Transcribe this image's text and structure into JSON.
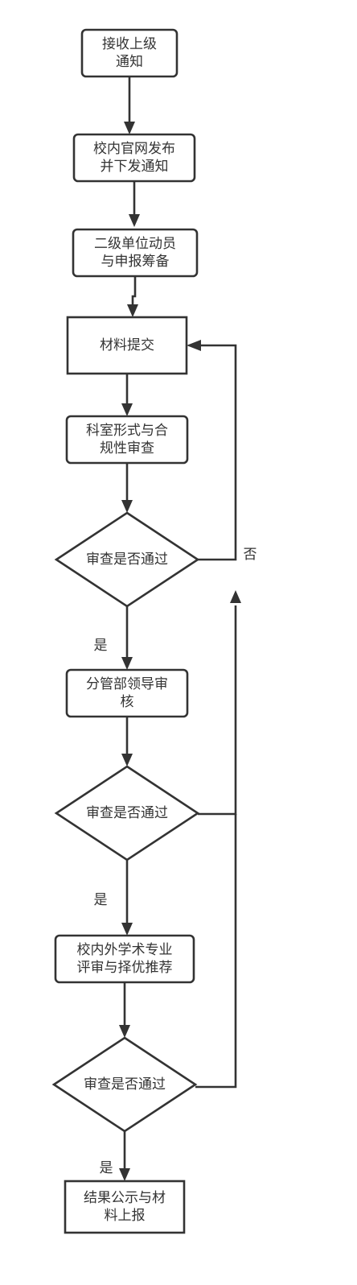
{
  "diagram": {
    "nodes": [
      {
        "id": "receive-notice",
        "shape": "box",
        "lines": [
          "接收上级",
          "通知"
        ]
      },
      {
        "id": "publish-notice",
        "shape": "box",
        "lines": [
          "校内官网发布",
          "并下发通知"
        ]
      },
      {
        "id": "unit-mobilize",
        "shape": "box",
        "lines": [
          "二级单位动员",
          "与申报筹备"
        ]
      },
      {
        "id": "submit-materials",
        "shape": "box",
        "lines": [
          "材料提交"
        ]
      },
      {
        "id": "compliance-review",
        "shape": "box",
        "lines": [
          "科室形式与合",
          "规性审查"
        ]
      },
      {
        "id": "decision-1",
        "shape": "diamond",
        "lines": [
          "审查是否通过"
        ]
      },
      {
        "id": "leader-review",
        "shape": "box",
        "lines": [
          "分管部领导审",
          "核"
        ]
      },
      {
        "id": "decision-2",
        "shape": "diamond",
        "lines": [
          "审查是否通过"
        ]
      },
      {
        "id": "expert-review",
        "shape": "box",
        "lines": [
          "校内外学术专业",
          "评审与择优推荐"
        ]
      },
      {
        "id": "decision-3",
        "shape": "diamond",
        "lines": [
          "审查是否通过"
        ]
      },
      {
        "id": "publish-result",
        "shape": "box",
        "lines": [
          "结果公示与材",
          "料上报"
        ]
      }
    ],
    "labels": {
      "yes": "是",
      "no": "否"
    }
  }
}
